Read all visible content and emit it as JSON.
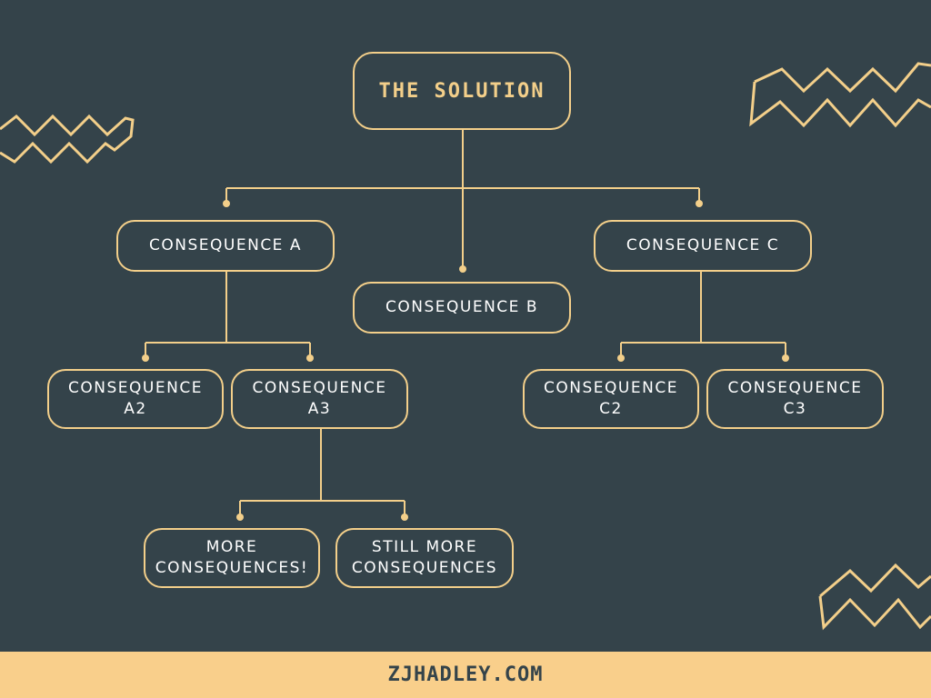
{
  "colors": {
    "background": "#34434a",
    "accent": "#f3cf8a",
    "node_text": "#ffffff",
    "footer_bg": "#f9cf8b",
    "footer_text": "#34434a"
  },
  "diagram": {
    "root": "THE SOLUTION",
    "consequence_a": "CONSEQUENCE A",
    "consequence_b": "CONSEQUENCE B",
    "consequence_c": "CONSEQUENCE C",
    "consequence_a2": "CONSEQUENCE\nA2",
    "consequence_a3": "CONSEQUENCE\nA3",
    "consequence_c2": "CONSEQUENCE\nC2",
    "consequence_c3": "CONSEQUENCE\nC3",
    "more_consequences": "MORE\nCONSEQUENCES!",
    "still_more_consequences": "STILL MORE\nCONSEQUENCES"
  },
  "footer": {
    "site": "ZJHADLEY.COM"
  }
}
